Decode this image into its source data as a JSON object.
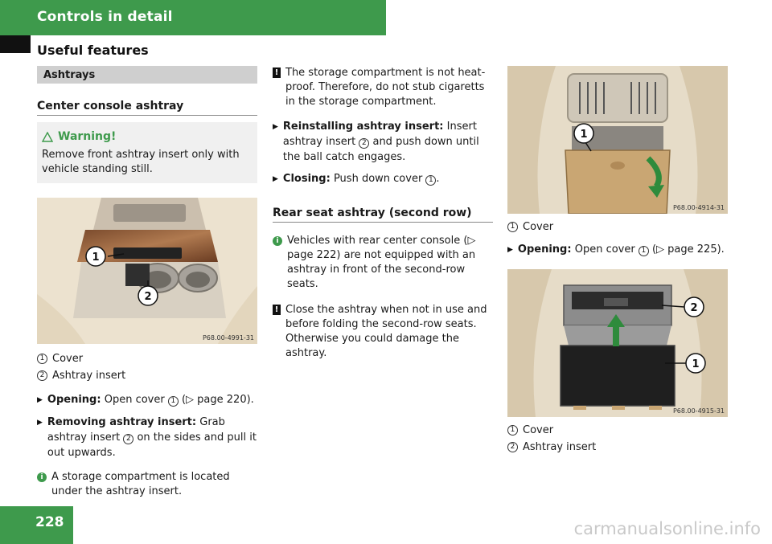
{
  "header": {
    "chapter": "Controls in detail",
    "section": "Useful features"
  },
  "col1": {
    "section_bar": "Ashtrays",
    "subheading": "Center console ashtray",
    "warning": {
      "title": "Warning!",
      "text": "Remove front ashtray insert only with vehicle standing still."
    },
    "image_code": "P68.00-4991-31",
    "legend": [
      {
        "num": "1",
        "label": "Cover"
      },
      {
        "num": "2",
        "label": "Ashtray insert"
      }
    ],
    "steps": [
      {
        "bold": "Opening:",
        "pre": " Open cover ",
        "ref": "1",
        "post": " (▷ page 220)."
      },
      {
        "bold": "Removing ashtray insert:",
        "pre": " Grab ashtray insert ",
        "ref": "2",
        "post": " on the sides and pull it out upwards."
      }
    ],
    "info": "A storage compartment is located under the ashtray insert."
  },
  "col2": {
    "caution1": "The storage compartment is not heat-proof. Therefore, do not stub cigaretts in the storage compartment.",
    "steps": [
      {
        "bold": "Reinstalling ashtray insert:",
        "pre": " Insert ashtray insert ",
        "ref": "2",
        "post": " and push down until the ball catch engages."
      },
      {
        "bold": "Closing:",
        "pre": " Push down cover ",
        "ref": "1",
        "post": "."
      }
    ],
    "subheading": "Rear seat ashtray (second row)",
    "info": "Vehicles with rear center console (▷ page 222) are not equipped with an ashtray in front of the second-row seats.",
    "caution2": "Close the ashtray when not in use and before folding the second-row seats. Otherwise you could damage the ashtray."
  },
  "col3": {
    "image1_code": "P68.00-4914-31",
    "legend1": [
      {
        "num": "1",
        "label": "Cover"
      }
    ],
    "step": {
      "bold": "Opening:",
      "pre": " Open cover ",
      "ref": "1",
      "post": " (▷ page 225)."
    },
    "image2_code": "P68.00-4915-31",
    "legend2": [
      {
        "num": "1",
        "label": "Cover"
      },
      {
        "num": "2",
        "label": "Ashtray insert"
      }
    ]
  },
  "callouts": {
    "one": "1",
    "two": "2"
  },
  "footer": {
    "page_number": "228",
    "watermark": "carmanualsonline.info"
  },
  "colors": {
    "accent": "#3e9a4c"
  }
}
